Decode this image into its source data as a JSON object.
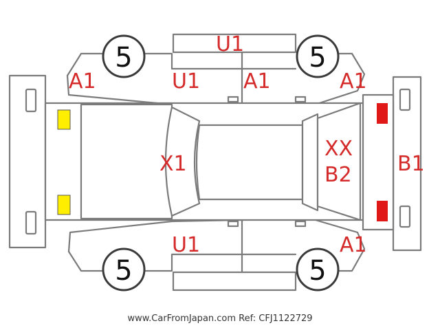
{
  "colors": {
    "outline": "#7a7a7a",
    "damage_text": "#d42a2a",
    "front_lights": "#ffee00",
    "rear_lights": "#e01818"
  },
  "labels": {
    "roof_top": "U1",
    "fender_front_left": "A1",
    "pillar_top": "U1",
    "door_top": "A1",
    "fender_rear_left": "A1",
    "hood": "X1",
    "trunk_line1": "XX",
    "trunk_line2": "B2",
    "rear_bumper": "B1",
    "pillar_bottom": "U1",
    "fender_rear_right": "A1"
  },
  "wheels": {
    "front_left": "5",
    "rear_left": "5",
    "front_right": "5",
    "rear_right": "5"
  },
  "footer": {
    "text": "www.CarFromJapan.com Ref: CFJ1122729"
  }
}
